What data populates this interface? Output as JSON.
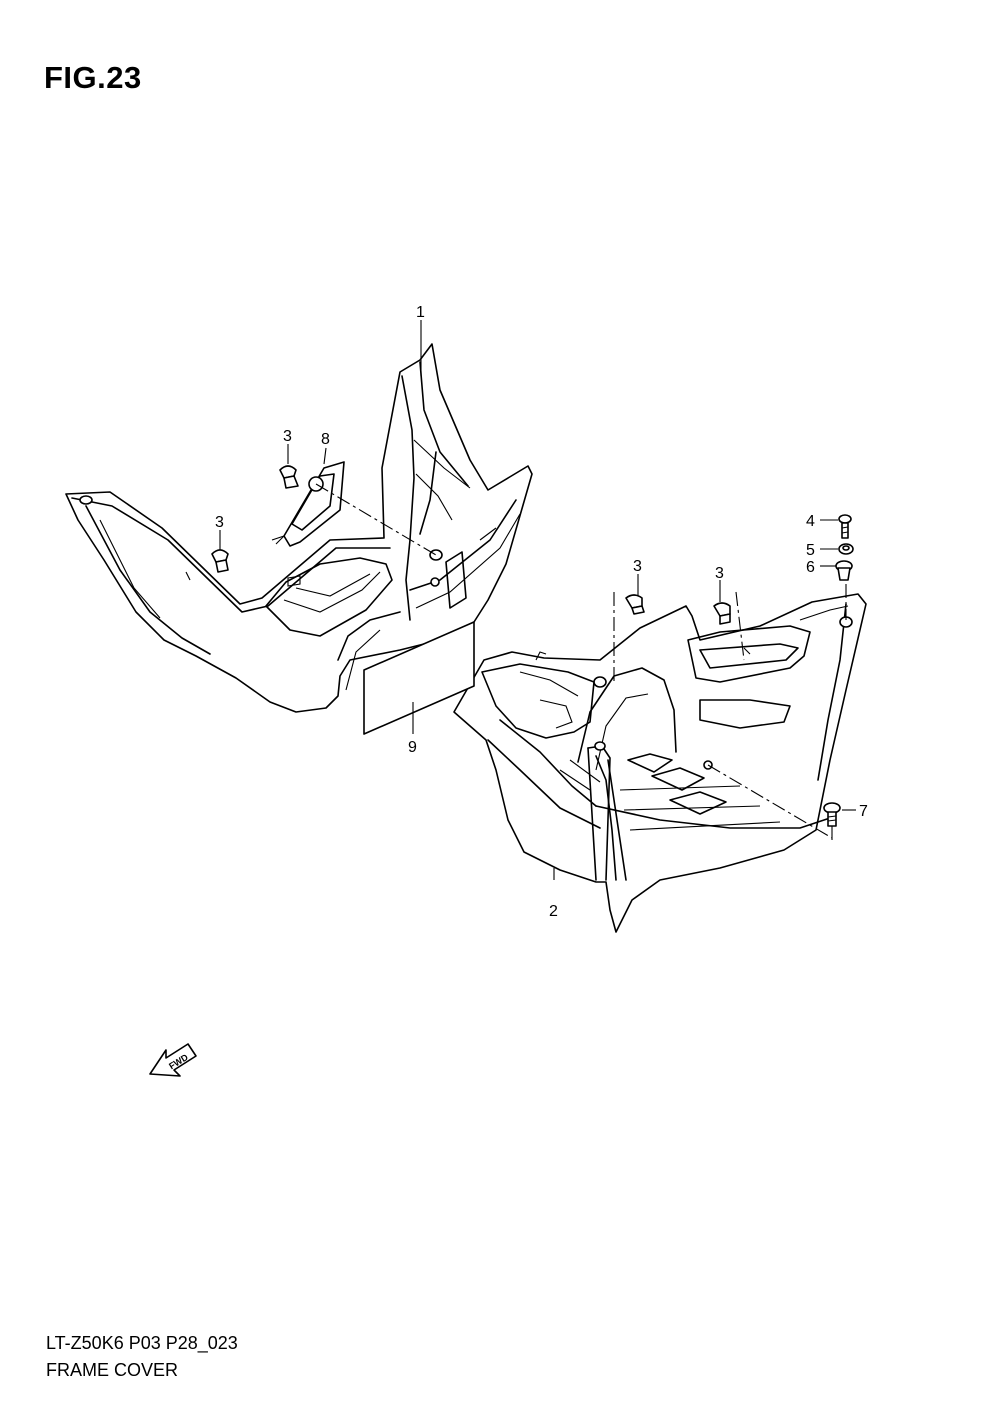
{
  "figure": {
    "title": "FIG.23"
  },
  "footer": {
    "code": "LT-Z50K6 P03 P28_023",
    "name": "FRAME COVER"
  },
  "fwd_indicator": {
    "label": "FWD"
  },
  "callouts": [
    {
      "id": "c1",
      "label": "1"
    },
    {
      "id": "c2",
      "label": "2"
    },
    {
      "id": "c3a",
      "label": "3"
    },
    {
      "id": "c3b",
      "label": "3"
    },
    {
      "id": "c3c",
      "label": "3"
    },
    {
      "id": "c3d",
      "label": "3"
    },
    {
      "id": "c4",
      "label": "4"
    },
    {
      "id": "c5",
      "label": "5"
    },
    {
      "id": "c6",
      "label": "6"
    },
    {
      "id": "c7",
      "label": "7"
    },
    {
      "id": "c8",
      "label": "8"
    },
    {
      "id": "c9",
      "label": "9"
    }
  ]
}
